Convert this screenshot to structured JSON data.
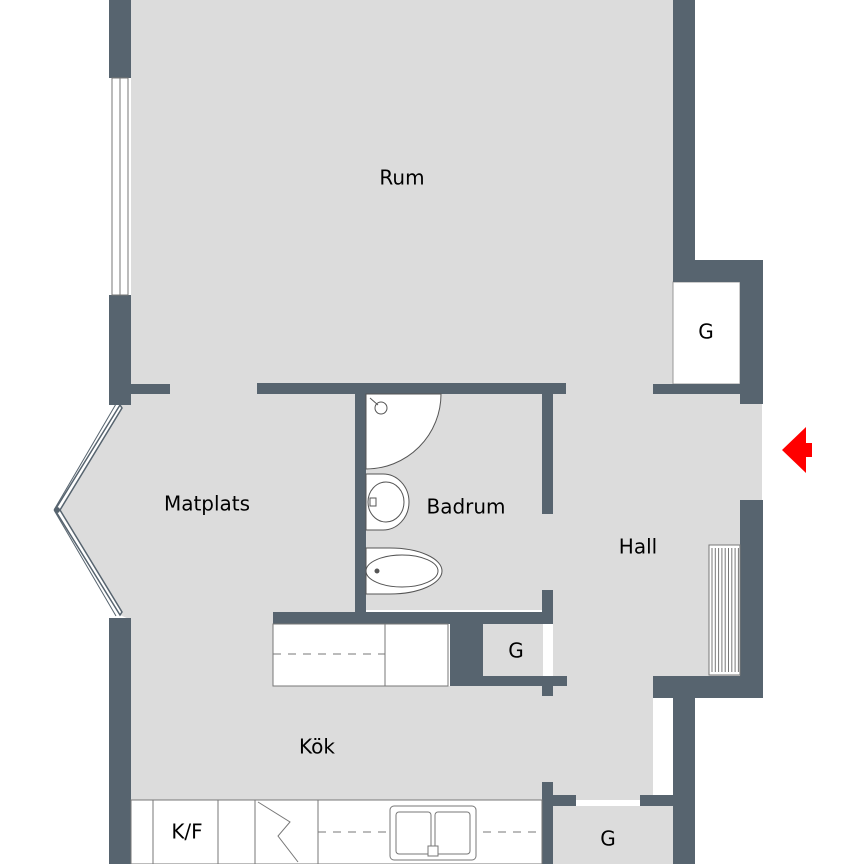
{
  "colors": {
    "wall": "#57646f",
    "floor": "#dcdcdc",
    "fixture_fill": "#ffffff",
    "fixture_line": "#555555",
    "entrance_arrow": "#ff0000"
  },
  "rooms": {
    "rum": "Rum",
    "matplats": "Matplats",
    "badrum": "Badrum",
    "hall": "Hall",
    "kok": "Kök",
    "closet_hall_upper": "G",
    "closet_hall_lower": "G",
    "closet_bottom": "G",
    "fridge_freezer": "K/F"
  },
  "icons": {
    "entrance": "entrance-arrow-icon"
  }
}
